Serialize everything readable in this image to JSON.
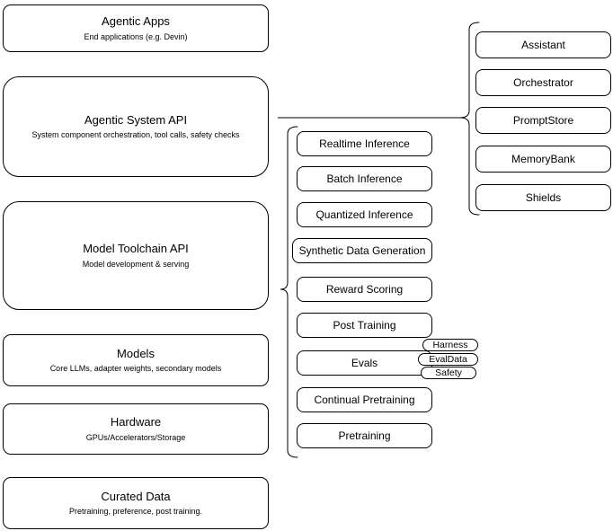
{
  "diagram": {
    "stroke_color": "#000000",
    "background_color": "#ffffff"
  },
  "layer_stack": {
    "items": [
      {
        "title": "Agentic Apps",
        "subtitle": "End applications (e.g. Devin)"
      },
      {
        "title": "Agentic System API",
        "subtitle": "System component orchestration, tool calls, safety checks"
      },
      {
        "title": "Model Toolchain API",
        "subtitle": "Model development & serving"
      },
      {
        "title": "Models",
        "subtitle": "Core LLMs, adapter weights, secondary models"
      },
      {
        "title": "Hardware",
        "subtitle": "GPUs/Accelerators/Storage"
      },
      {
        "title": "Curated Data",
        "subtitle": "Pretraining, preference, post training."
      }
    ]
  },
  "toolchain_components": {
    "items": [
      "Realtime Inference",
      "Batch Inference",
      "Quantized Inference",
      "Synthetic Data Generation",
      "Reward Scoring",
      "Post Training",
      "Evals",
      "Continual Pretraining",
      "Pretraining"
    ],
    "evals_tags": [
      "Harness",
      "EvalData",
      "Safety"
    ]
  },
  "system_components": {
    "items": [
      "Assistant",
      "Orchestrator",
      "PromptStore",
      "MemoryBank",
      "Shields"
    ]
  }
}
